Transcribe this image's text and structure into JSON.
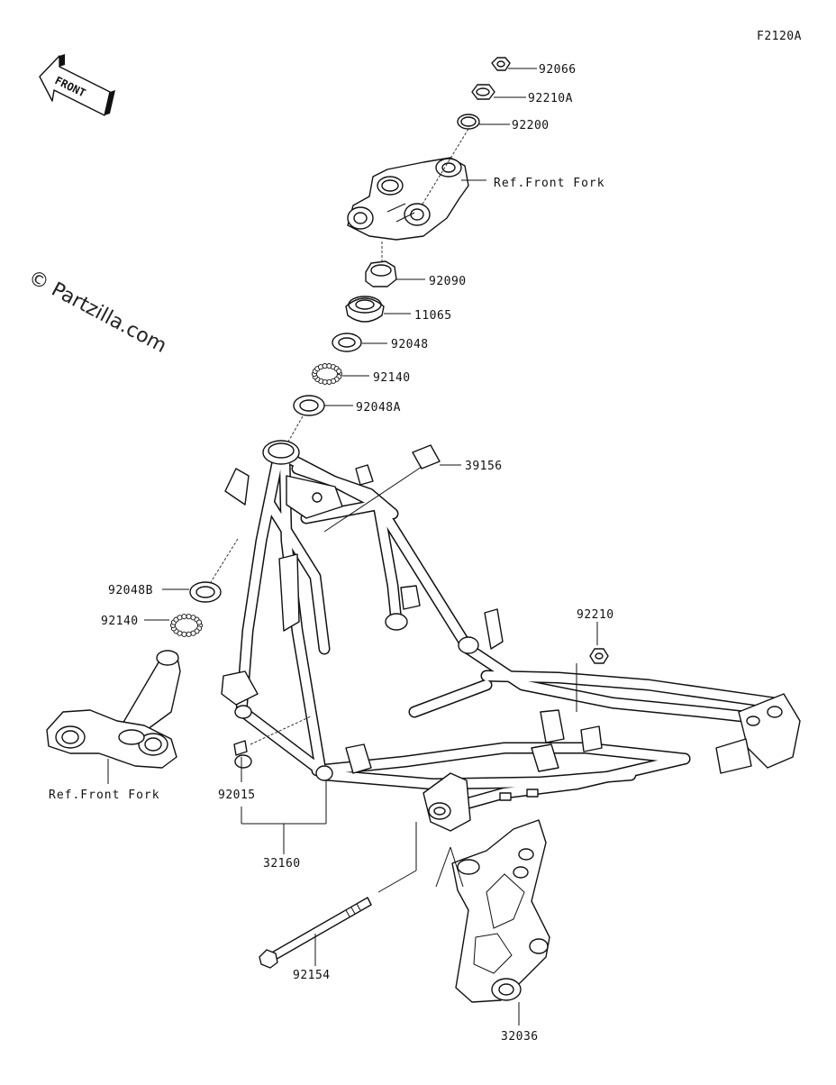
{
  "diagram_code": "F2120A",
  "front_label": "FRONT",
  "watermark": "© Partzilla.com",
  "ref_label": "Ref.Front Fork",
  "parts": [
    {
      "id": "92066"
    },
    {
      "id": "92210A"
    },
    {
      "id": "92200"
    },
    {
      "id": "92090"
    },
    {
      "id": "11065"
    },
    {
      "id": "92048"
    },
    {
      "id": "92140"
    },
    {
      "id": "92048A"
    },
    {
      "id": "39156"
    },
    {
      "id": "92048B"
    },
    {
      "id": "92140"
    },
    {
      "id": "92210"
    },
    {
      "id": "92015"
    },
    {
      "id": "32160"
    },
    {
      "id": "92154"
    },
    {
      "id": "32036"
    }
  ]
}
